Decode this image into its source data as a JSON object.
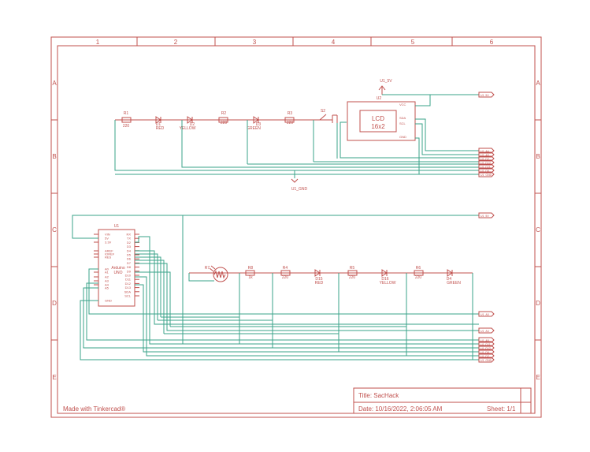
{
  "frame": {
    "columns": [
      "1",
      "2",
      "3",
      "4",
      "5",
      "6"
    ],
    "rows": [
      "A",
      "B",
      "C",
      "D",
      "E"
    ]
  },
  "credit": "Made with Tinkercad®",
  "title_block": {
    "title": "Title:  SacHack",
    "date": "Date:  10/16/2022, 2:06:05 AM",
    "sheet": "Sheet:   1/1"
  },
  "top_circuit": {
    "power_label": "U1_5V",
    "ground_label": "U1_GND",
    "lcd": {
      "ref": "U2",
      "line1": "LCD",
      "line2": "16x2",
      "pin_vcc": "VCC",
      "pin_sda": "SDA",
      "pin_scl": "SCL",
      "pin_gnd": "GND"
    },
    "switch_ref": "S2",
    "r1": {
      "ref": "R1",
      "value": "220"
    },
    "d1": {
      "ref": "D1",
      "color": "RED"
    },
    "d2": {
      "ref": "D2",
      "color": "YELLOW"
    },
    "r2": {
      "ref": "R2",
      "value": "220"
    },
    "d3": {
      "ref": "D3",
      "color": "GREEN"
    },
    "r3": {
      "ref": "R3",
      "value": "220"
    },
    "ports": [
      "U1_5V",
      "U1_A4",
      "U1_A5",
      "U1_D2",
      "U1_D12",
      "U1_D11",
      "U1_D6",
      "U1_GND"
    ]
  },
  "bottom_circuit": {
    "arduino": {
      "ref": "U1",
      "name1": "Arduino",
      "name2": "UNO",
      "left_pins": [
        "VIN",
        "5V",
        "3.3V",
        "AREF",
        "IOREF",
        "RES",
        "A0",
        "A1",
        "A2",
        "A3",
        "A4",
        "A5",
        "GND"
      ],
      "right_pins": [
        "RX",
        "TX",
        "D2",
        "D3",
        "D4",
        "D5",
        "D6",
        "D7",
        "D8",
        "D9",
        "D10",
        "D11",
        "D12",
        "D13",
        "SDA",
        "SCL"
      ]
    },
    "ldr_ref": "R7",
    "r8": {
      "ref": "R8",
      "value": "1k"
    },
    "r4": {
      "ref": "R4",
      "value": "220"
    },
    "d15": {
      "ref": "D15",
      "color": "RED"
    },
    "r5": {
      "ref": "R5",
      "value": "220"
    },
    "d16": {
      "ref": "D16",
      "color": "YELLOW"
    },
    "r6": {
      "ref": "R6",
      "value": "220"
    },
    "d4": {
      "ref": "D4",
      "color": "GREEN"
    },
    "ports": [
      "U1_5V",
      "U1_A0",
      "U1_A4",
      "U1_A5",
      "U1_D11",
      "U1_D12",
      "U1_D6",
      "U1_D2",
      "U1_GND"
    ]
  }
}
